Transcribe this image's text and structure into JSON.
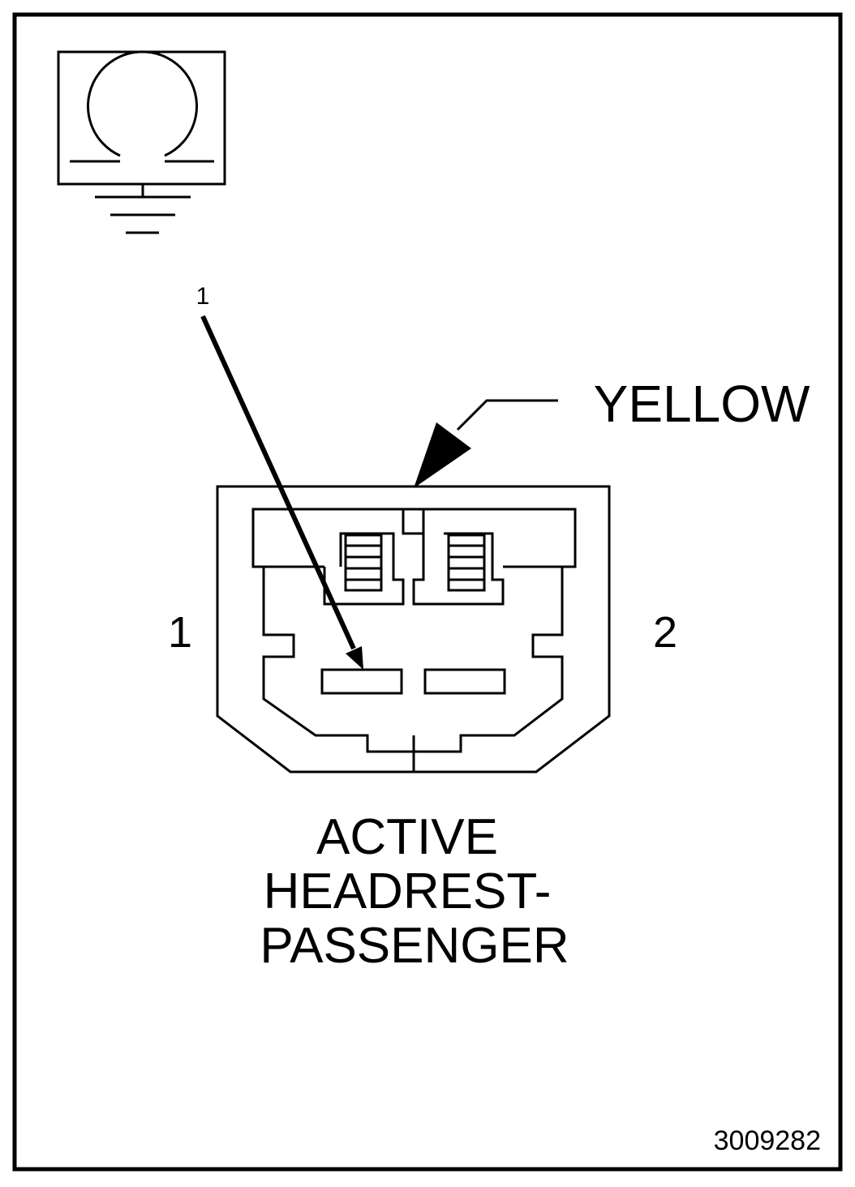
{
  "callout_number": "1",
  "wire_color_label": "YELLOW",
  "pin_labels": {
    "left": "1",
    "right": "2"
  },
  "component_title": [
    "ACTIVE",
    "HEADREST-",
    "PASSENGER"
  ],
  "figure_number": "3009282",
  "symbol_icon": "ohmmeter-ground-icon"
}
